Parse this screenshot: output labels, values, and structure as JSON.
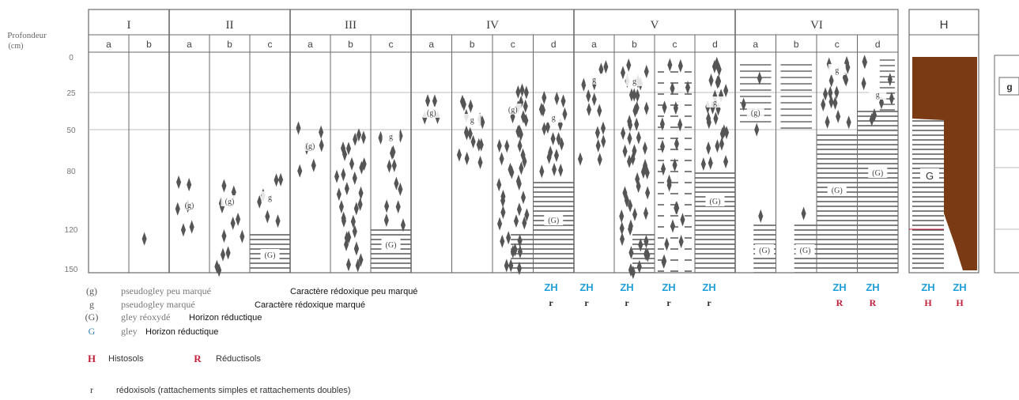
{
  "axis": {
    "title_line1": "Profondeur",
    "title_line2": "(cm)",
    "ticks": [
      "0",
      "25",
      "50",
      "80",
      "120",
      "150"
    ]
  },
  "groups": [
    {
      "numeral": "I",
      "subs": [
        "a",
        "b"
      ]
    },
    {
      "numeral": "II",
      "subs": [
        "a",
        "b",
        "c"
      ]
    },
    {
      "numeral": "III",
      "subs": [
        "a",
        "b",
        "c"
      ]
    },
    {
      "numeral": "IV",
      "subs": [
        "a",
        "b",
        "c",
        "d"
      ]
    },
    {
      "numeral": "V",
      "subs": [
        "a",
        "b",
        "c",
        "d"
      ]
    },
    {
      "numeral": "VI",
      "subs": [
        "a",
        "b",
        "c",
        "d"
      ]
    }
  ],
  "h_panel": {
    "label": "H",
    "g_label": "G"
  },
  "far_right_label": "g",
  "profile_labels": {
    "I_b": "",
    "II_a": "(g)",
    "II_b": "(g)",
    "II_c": "g",
    "III_a": "(g)",
    "III_b": "",
    "III_c": "g",
    "IV_a": "(g)",
    "IV_b": "g",
    "IV_c": "(g)",
    "IV_d": "g",
    "V_a": "g",
    "V_b": "g",
    "V_c": "",
    "V_d": "g",
    "VI_a": "(g)",
    "VI_c": "g",
    "VI_d": "g",
    "gley_reduit": "(G)",
    "gley": "G"
  },
  "zh_markers": [
    {
      "top": "ZH",
      "bottom": "r",
      "bottom_color": "#2a2a2a"
    },
    {
      "top": "ZH",
      "bottom": "r",
      "bottom_color": "#2a2a2a"
    },
    {
      "top": "ZH",
      "bottom": "r",
      "bottom_color": "#2a2a2a"
    },
    {
      "top": "ZH",
      "bottom": "r",
      "bottom_color": "#2a2a2a"
    },
    {
      "top": "ZH",
      "bottom": "r",
      "bottom_color": "#2a2a2a"
    },
    {
      "top": "ZH",
      "bottom": "R",
      "bottom_color": "#c0223b"
    },
    {
      "top": "ZH",
      "bottom": "R",
      "bottom_color": "#c0223b"
    },
    {
      "top": "ZH",
      "bottom": "H",
      "bottom_color": "#c0223b"
    },
    {
      "top": "ZH",
      "bottom": "H",
      "bottom_color": "#c0223b"
    }
  ],
  "legend": [
    {
      "symbol": "(g)",
      "name": "pseudogley peu marqué",
      "desc": "Caractère rédoxique peu marqué"
    },
    {
      "symbol": "g",
      "name": "pseudogley marqué",
      "desc": "Caractère rédoxique marqué"
    },
    {
      "symbol": "(G)",
      "name": "gley réoxydé",
      "desc": "Horizon réductique"
    },
    {
      "symbol": "G",
      "name": "gley",
      "desc": "Horizon réductique"
    }
  ],
  "legend_soils": [
    {
      "symbol": "H",
      "label": "Histosols"
    },
    {
      "symbol": "R",
      "label": "Réductisols"
    }
  ],
  "legend_redox": {
    "symbol": "r",
    "label": "rédoxisols (rattachements simples et rattachements doubles)"
  },
  "colors": {
    "line": "#6a6a6a",
    "hatch": "#4a4a4a",
    "zh": "#1f9fd8",
    "red": "#c0223b",
    "peat": "#7a3a14",
    "spot": "#555555"
  }
}
